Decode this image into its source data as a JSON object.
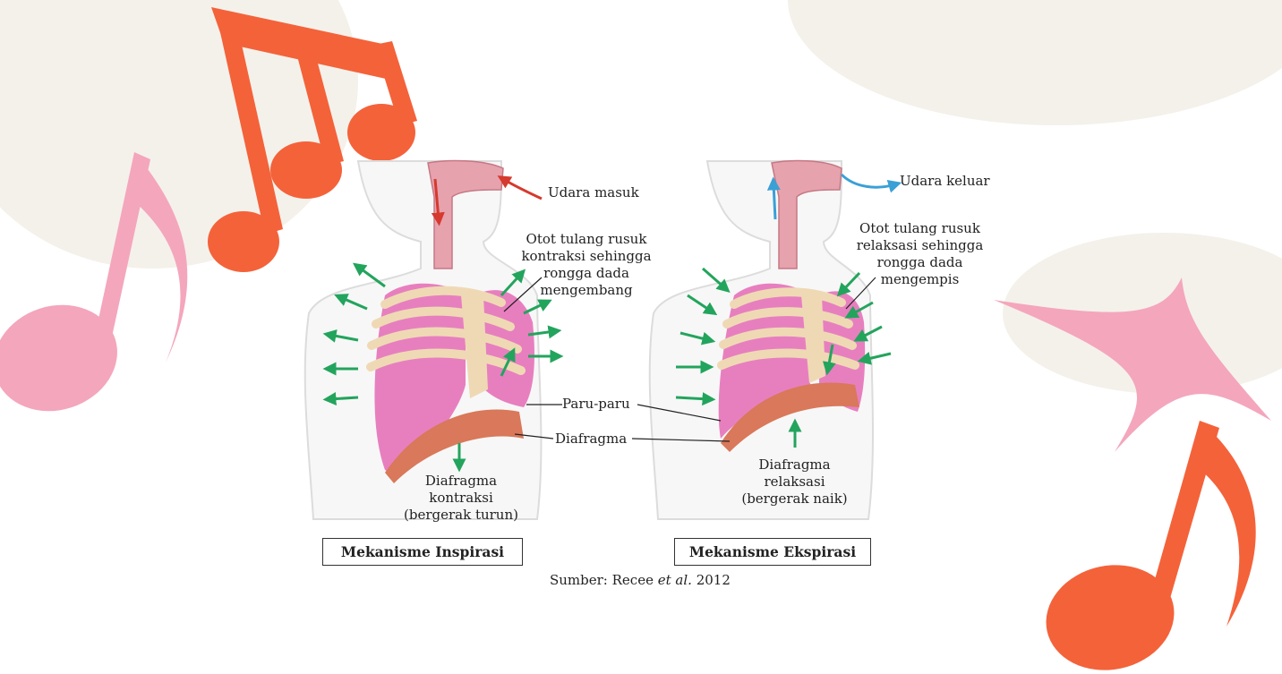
{
  "diagram": {
    "inspiration": {
      "air_label": "Udara masuk",
      "ribs_label": [
        "Otot tulang rusuk",
        "kontraksi sehingga",
        "rongga dada",
        "mengembang"
      ],
      "diaphragm_label": [
        "Diafragma",
        "kontraksi",
        "(bergerak turun)"
      ],
      "caption": "Mekanisme Inspirasi"
    },
    "expiration": {
      "air_label": "Udara keluar",
      "ribs_label": [
        "Otot tulang rusuk",
        "relaksasi sehingga",
        "rongga dada",
        "mengempis"
      ],
      "diaphragm_label": [
        "Diafragma",
        "relaksasi",
        "(bergerak naik)"
      ],
      "caption": "Mekanisme Ekspirasi"
    },
    "shared_labels": {
      "lungs": "Paru-paru",
      "diaphragm": "Diafragma"
    },
    "source": {
      "prefix": "Sumber: Recee ",
      "italic": "et al.",
      "suffix": " 2012"
    }
  },
  "colors": {
    "orange_note": "#f4623a",
    "pink_note": "#f4a6bd",
    "lung_pink": "#e77fbf",
    "rib": "#efd9b5",
    "arrow_green": "#23a45d",
    "arrow_red": "#d6392e",
    "arrow_blue": "#3aa0d6",
    "diaphragm": "#d9785a"
  },
  "icons": [
    "music-note-icon",
    "music-note-icon",
    "music-note-icon",
    "sparkle-icon"
  ]
}
